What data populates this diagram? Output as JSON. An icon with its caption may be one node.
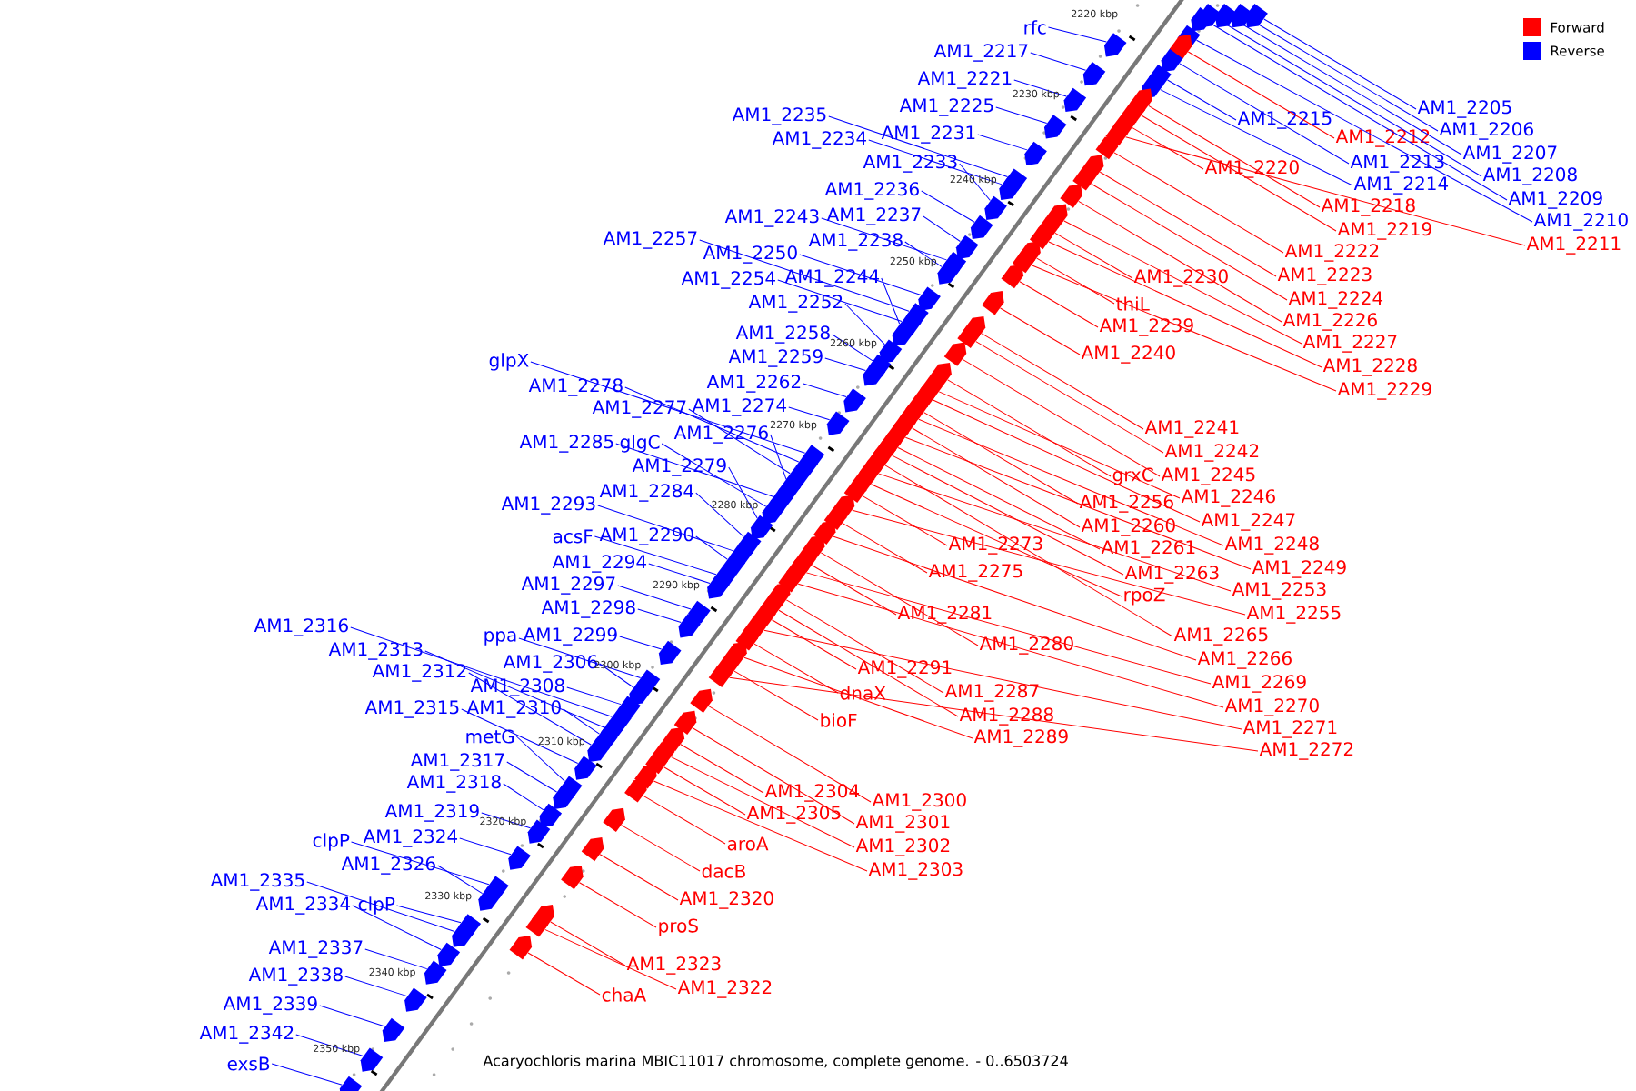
{
  "diagram": {
    "caption": "Acaryochloris marina MBIC11017 chromosome, complete genome. - 0..6503724",
    "nodes": [
      {
        "text": [
          "rfc"
        ]
      },
      {
        "text": [
          "AM1_2217"
        ]
      },
      {
        "text": [
          "AM1_2221"
        ]
      },
      {
        "text": [
          "AM1_2225"
        ]
      },
      {
        "text": [
          "AM1_2235"
        ]
      },
      {
        "text": [
          "AM1_2234"
        ]
      },
      {
        "text": [
          "AM1_2231"
        ]
      },
      {
        "text": [
          "AM1_2233"
        ]
      },
      {
        "text": [
          "AM1_2236"
        ]
      },
      {
        "text": [
          "AM1_2243"
        ]
      },
      {
        "text": [
          "AM1_2237"
        ]
      },
      {
        "text": [
          "AM1_2257"
        ]
      },
      {
        "text": [
          "AM1_2238"
        ]
      },
      {
        "text": [
          "AM1_2250"
        ]
      },
      {
        "text": [
          "AM1_2254"
        ]
      },
      {
        "text": [
          "AM1_2244"
        ]
      },
      {
        "text": [
          "AM1_2252"
        ]
      },
      {
        "text": [
          "AM1_2258"
        ]
      },
      {
        "text": [
          "AM1_2259"
        ]
      },
      {
        "text": [
          "glpX"
        ]
      },
      {
        "text": [
          "AM1_2262"
        ]
      },
      {
        "text": [
          "AM1_2278"
        ]
      },
      {
        "text": [
          "AM1_2277"
        ]
      },
      {
        "text": [
          "AM1_2274"
        ]
      },
      {
        "text": [
          "AM1_2276"
        ]
      },
      {
        "text": [
          "AM1_2285"
        ]
      },
      {
        "text": [
          "glgC"
        ]
      },
      {
        "text": [
          "AM1_2279"
        ]
      },
      {
        "text": [
          "AM1_2284"
        ]
      },
      {
        "text": [
          "AM1_2293"
        ]
      },
      {
        "text": [
          "acsF"
        ]
      },
      {
        "text": [
          "AM1_2290"
        ]
      },
      {
        "text": [
          "AM1_2294"
        ]
      },
      {
        "text": [
          "AM1_2297"
        ]
      },
      {
        "text": [
          "AM1_2298"
        ]
      },
      {
        "text": [
          "ppa"
        ]
      },
      {
        "text": [
          "AM1_2299"
        ]
      },
      {
        "text": [
          "AM1_2306"
        ]
      },
      {
        "text": [
          "AM1_2316"
        ]
      },
      {
        "text": [
          "AM1_2313"
        ]
      },
      {
        "text": [
          "AM1_2312"
        ]
      },
      {
        "text": [
          "AM1_2308"
        ]
      },
      {
        "text": [
          "AM1_2315"
        ]
      },
      {
        "text": [
          "AM1_2310"
        ]
      },
      {
        "text": [
          "metG"
        ]
      },
      {
        "text": [
          "AM1_2317"
        ]
      },
      {
        "text": [
          "AM1_2318"
        ]
      },
      {
        "text": [
          "AM1_2319"
        ]
      },
      {
        "text": [
          "AM1_2324"
        ]
      },
      {
        "text": [
          "clpP"
        ]
      },
      {
        "text": [
          "AM1_2326"
        ]
      },
      {
        "text": [
          "AM1_2335"
        ]
      },
      {
        "text": [
          "AM1_2334"
        ]
      },
      {
        "text": [
          "clpP"
        ]
      },
      {
        "text": [
          "AM1_2337"
        ]
      },
      {
        "text": [
          "AM1_2338"
        ]
      },
      {
        "text": [
          "AM1_2339"
        ]
      },
      {
        "text": [
          "AM1_2342"
        ]
      },
      {
        "text": [
          "exsB"
        ]
      },
      {
        "text": [
          "AM1_2205"
        ]
      },
      {
        "text": [
          "AM1_2206"
        ]
      },
      {
        "text": [
          "AM1_2215"
        ]
      },
      {
        "text": [
          "AM1_2207"
        ]
      },
      {
        "text": [
          "AM1_2213"
        ]
      },
      {
        "text": [
          "AM1_2208"
        ]
      },
      {
        "text": [
          "AM1_2214"
        ]
      },
      {
        "text": [
          "AM1_2209"
        ]
      },
      {
        "text": [
          "AM1_2210"
        ]
      },
      {
        "text": [
          "AM1_2212"
        ]
      },
      {
        "text": [
          "AM1_2220"
        ]
      },
      {
        "text": [
          "AM1_2218"
        ]
      },
      {
        "text": [
          "AM1_2219"
        ]
      },
      {
        "text": [
          "AM1_2211"
        ]
      },
      {
        "text": [
          "AM1_2222"
        ]
      },
      {
        "text": [
          "AM1_2223"
        ]
      },
      {
        "text": [
          "AM1_2230"
        ]
      },
      {
        "text": [
          "AM1_2224"
        ]
      },
      {
        "text": [
          "thiL"
        ]
      },
      {
        "text": [
          "AM1_2226"
        ]
      },
      {
        "text": [
          "AM1_2239"
        ]
      },
      {
        "text": [
          "AM1_2227"
        ]
      },
      {
        "text": [
          "AM1_2240"
        ]
      },
      {
        "text": [
          "AM1_2228"
        ]
      },
      {
        "text": [
          "AM1_2229"
        ]
      },
      {
        "text": [
          "AM1_2241"
        ]
      },
      {
        "text": [
          "AM1_2242"
        ]
      },
      {
        "text": [
          "grxC"
        ]
      },
      {
        "text": [
          "AM1_2245"
        ]
      },
      {
        "text": [
          "AM1_2246"
        ]
      },
      {
        "text": [
          "AM1_2256"
        ]
      },
      {
        "text": [
          "AM1_2247"
        ]
      },
      {
        "text": [
          "AM1_2260"
        ]
      },
      {
        "text": [
          "AM1_2273"
        ]
      },
      {
        "text": [
          "AM1_2248"
        ]
      },
      {
        "text": [
          "AM1_2261"
        ]
      },
      {
        "text": [
          "AM1_2249"
        ]
      },
      {
        "text": [
          "AM1_2275"
        ]
      },
      {
        "text": [
          "AM1_2263"
        ]
      },
      {
        "text": [
          "AM1_2253"
        ]
      },
      {
        "text": [
          "rpoZ"
        ]
      },
      {
        "text": [
          "AM1_2281"
        ]
      },
      {
        "text": [
          "AM1_2255"
        ]
      },
      {
        "text": [
          "AM1_2265"
        ]
      },
      {
        "text": [
          "AM1_2280"
        ]
      },
      {
        "text": [
          "AM1_2266"
        ]
      },
      {
        "text": [
          "AM1_2291"
        ]
      },
      {
        "text": [
          "AM1_2269"
        ]
      },
      {
        "text": [
          "dnaX"
        ]
      },
      {
        "text": [
          "AM1_2287"
        ]
      },
      {
        "text": [
          "AM1_2270"
        ]
      },
      {
        "text": [
          "AM1_2288"
        ]
      },
      {
        "text": [
          "bioF"
        ]
      },
      {
        "text": [
          "AM1_2271"
        ]
      },
      {
        "text": [
          "AM1_2289"
        ]
      },
      {
        "text": [
          "AM1_2272"
        ]
      },
      {
        "text": [
          "AM1_2304"
        ]
      },
      {
        "text": [
          "AM1_2300"
        ]
      },
      {
        "text": [
          "AM1_2305"
        ]
      },
      {
        "text": [
          "AM1_2301"
        ]
      },
      {
        "text": [
          "aroA"
        ]
      },
      {
        "text": [
          "AM1_2302"
        ]
      },
      {
        "text": [
          "dacB"
        ]
      },
      {
        "text": [
          "AM1_2303"
        ]
      },
      {
        "text": [
          "AM1_2320"
        ]
      },
      {
        "text": [
          "proS"
        ]
      },
      {
        "text": [
          "AM1_2323"
        ]
      },
      {
        "text": [
          "AM1_2322"
        ]
      },
      {
        "text": [
          "chaA"
        ]
      },
      {
        "text": [],
        "shape": "arrow"
      },
      {
        "text": [],
        "shape": "arrow"
      },
      {
        "text": [],
        "shape": "arrow"
      },
      {
        "text": [],
        "shape": "arrow"
      },
      {
        "text": [],
        "shape": "arrow"
      },
      {
        "text": [],
        "shape": "arrow"
      },
      {
        "text": [],
        "shape": "arrow"
      },
      {
        "text": [],
        "shape": "arrow"
      },
      {
        "text": [],
        "shape": "arrow"
      },
      {
        "text": [],
        "shape": "arrow"
      },
      {
        "text": [],
        "shape": "arrow"
      },
      {
        "text": [],
        "shape": "arrow"
      },
      {
        "text": [],
        "shape": "arrow"
      },
      {
        "text": [],
        "shape": "arrow"
      },
      {
        "text": [],
        "shape": "arrow"
      },
      {
        "text": [],
        "shape": "arrow"
      },
      {
        "text": [],
        "shape": "arrow"
      },
      {
        "text": [],
        "shape": "arrow"
      },
      {
        "text": [],
        "shape": "arrow"
      },
      {
        "text": [],
        "shape": "arrow"
      },
      {
        "text": [],
        "shape": "arrow"
      },
      {
        "text": [],
        "shape": "arrow"
      },
      {
        "text": [],
        "shape": "arrow"
      },
      {
        "text": [],
        "shape": "arrow"
      },
      {
        "text": [],
        "shape": "arrow"
      },
      {
        "text": [],
        "shape": "arrow"
      },
      {
        "text": [],
        "shape": "arrow"
      },
      {
        "text": [],
        "shape": "arrow"
      },
      {
        "text": [],
        "shape": "arrow"
      },
      {
        "text": [],
        "shape": "arrow"
      },
      {
        "text": [],
        "shape": "arrow"
      },
      {
        "text": [],
        "shape": "arrow"
      },
      {
        "text": [],
        "shape": "arrow"
      },
      {
        "text": [],
        "shape": "arrow"
      },
      {
        "text": [],
        "shape": "arrow"
      },
      {
        "text": [],
        "shape": "arrow"
      },
      {
        "text": [],
        "shape": "arrow"
      },
      {
        "text": [],
        "shape": "arrow"
      },
      {
        "text": [],
        "shape": "arrow"
      },
      {
        "text": [],
        "shape": "arrow"
      },
      {
        "text": [],
        "shape": "arrow"
      },
      {
        "text": [],
        "shape": "arrow"
      },
      {
        "text": [],
        "shape": "arrow"
      },
      {
        "text": [],
        "shape": "arrow"
      },
      {
        "text": [],
        "shape": "arrow"
      },
      {
        "text": [],
        "shape": "arrow"
      },
      {
        "text": [],
        "shape": "arrow"
      },
      {
        "text": [],
        "shape": "arrow"
      },
      {
        "text": [],
        "shape": "arrow"
      },
      {
        "text": [],
        "shape": "arrow"
      },
      {
        "text": [],
        "shape": "arrow"
      },
      {
        "text": [],
        "shape": "arrow"
      },
      {
        "text": [],
        "shape": "arrow"
      },
      {
        "text": [],
        "shape": "arrow"
      },
      {
        "text": [],
        "shape": "arrow"
      },
      {
        "text": [],
        "shape": "arrow"
      },
      {
        "text": [],
        "shape": "arrow"
      },
      {
        "text": [],
        "shape": "arrow"
      },
      {
        "text": [],
        "shape": "arrow"
      },
      {
        "text": [],
        "shape": "arrow"
      },
      {
        "text": [],
        "shape": "arrow"
      },
      {
        "text": [],
        "shape": "arrow"
      },
      {
        "text": [],
        "shape": "arrow"
      },
      {
        "text": [],
        "shape": "arrow"
      },
      {
        "text": [],
        "shape": "arrow"
      },
      {
        "text": [],
        "shape": "arrow"
      },
      {
        "text": [],
        "shape": "arrow"
      },
      {
        "text": [],
        "shape": "arrow"
      },
      {
        "text": [],
        "shape": "arrow"
      },
      {
        "text": [],
        "shape": "arrow"
      },
      {
        "text": [],
        "shape": "arrow"
      },
      {
        "text": [],
        "shape": "arrow"
      },
      {
        "text": [],
        "shape": "arrow"
      },
      {
        "text": [],
        "shape": "arrow"
      },
      {
        "text": [],
        "shape": "arrow"
      },
      {
        "text": [],
        "shape": "arrow"
      },
      {
        "text": [],
        "shape": "arrow"
      },
      {
        "text": [],
        "shape": "arrow"
      },
      {
        "text": [],
        "shape": "arrow"
      },
      {
        "text": [],
        "shape": "arrow"
      },
      {
        "text": [],
        "shape": "arrow"
      },
      {
        "text": [],
        "shape": "arrow"
      },
      {
        "text": [],
        "shape": "arrow"
      },
      {
        "text": [],
        "shape": "arrow"
      },
      {
        "text": [],
        "shape": "arrow"
      },
      {
        "text": [],
        "shape": "arrow"
      },
      {
        "text": [],
        "shape": "arrow"
      },
      {
        "text": [],
        "shape": "arrow"
      },
      {
        "text": [],
        "shape": "arrow"
      },
      {
        "text": [],
        "shape": "arrow"
      },
      {
        "text": [],
        "shape": "arrow"
      },
      {
        "text": [],
        "shape": "arrow"
      },
      {
        "text": [],
        "shape": "arrow"
      },
      {
        "text": [],
        "shape": "arrow"
      },
      {
        "text": [],
        "shape": "arrow"
      },
      {
        "text": [],
        "shape": "arrow"
      },
      {
        "text": [],
        "shape": "arrow"
      },
      {
        "text": [],
        "shape": "arrow"
      },
      {
        "text": [],
        "shape": "arrow"
      },
      {
        "text": [],
        "shape": "arrow"
      },
      {
        "text": [],
        "shape": "arrow"
      },
      {
        "text": [],
        "shape": "arrow"
      },
      {
        "text": [],
        "shape": "arrow"
      },
      {
        "text": [],
        "shape": "arrow"
      },
      {
        "text": [],
        "shape": "arrow"
      },
      {
        "text": [],
        "shape": "arrow"
      },
      {
        "text": [],
        "shape": "arrow"
      },
      {
        "text": [],
        "shape": "arrow"
      },
      {
        "text": [],
        "shape": "arrow"
      },
      {
        "text": [],
        "shape": "arrow"
      },
      {
        "text": [],
        "shape": "arrow"
      },
      {
        "text": [],
        "shape": "arrow"
      },
      {
        "text": [],
        "shape": "arrow"
      },
      {
        "text": [],
        "shape": "arrow"
      },
      {
        "text": [],
        "shape": "arrow"
      },
      {
        "text": [],
        "shape": "arrow"
      },
      {
        "text": [],
        "shape": "arrow"
      },
      {
        "text": [],
        "shape": "arrow"
      },
      {
        "text": [],
        "shape": "arrow"
      },
      {
        "text": [],
        "shape": "arrow"
      },
      {
        "text": [],
        "shape": "arrow"
      },
      {
        "text": [],
        "shape": "arrow"
      },
      {
        "text": [],
        "shape": "arrow"
      },
      {
        "text": [],
        "shape": "arrow"
      },
      {
        "text": [],
        "shape": "arrow"
      },
      {
        "text": [],
        "shape": "arrow"
      },
      {
        "text": [],
        "shape": "arrow"
      },
      {
        "text": [],
        "shape": "arrow"
      }
    ],
    "edges": [
      {
        "from": 0,
        "to": 128,
        "arrow": "none"
      },
      {
        "from": 1,
        "to": 129,
        "arrow": "none"
      },
      {
        "from": 2,
        "to": 130,
        "arrow": "none"
      },
      {
        "from": 3,
        "to": 131,
        "arrow": "none"
      },
      {
        "from": 4,
        "to": 132,
        "arrow": "none"
      },
      {
        "from": 5,
        "to": 133,
        "arrow": "none"
      },
      {
        "from": 6,
        "to": 134,
        "arrow": "none"
      },
      {
        "from": 7,
        "to": 135,
        "arrow": "none"
      },
      {
        "from": 8,
        "to": 136,
        "arrow": "none"
      },
      {
        "from": 9,
        "to": 137,
        "arrow": "none"
      },
      {
        "from": 10,
        "to": 138,
        "arrow": "none"
      },
      {
        "from": 11,
        "to": 139,
        "arrow": "none"
      },
      {
        "from": 12,
        "to": 140,
        "arrow": "none"
      },
      {
        "from": 13,
        "to": 141,
        "arrow": "none"
      },
      {
        "from": 14,
        "to": 142,
        "arrow": "none"
      },
      {
        "from": 15,
        "to": 143,
        "arrow": "none"
      },
      {
        "from": 16,
        "to": 144,
        "arrow": "none"
      },
      {
        "from": 17,
        "to": 145,
        "arrow": "none"
      },
      {
        "from": 18,
        "to": 146,
        "arrow": "none"
      },
      {
        "from": 19,
        "to": 147,
        "arrow": "none"
      },
      {
        "from": 20,
        "to": 148,
        "arrow": "none"
      },
      {
        "from": 21,
        "to": 149,
        "arrow": "none"
      },
      {
        "from": 22,
        "to": 150,
        "arrow": "none"
      },
      {
        "from": 23,
        "to": 151,
        "arrow": "none"
      },
      {
        "from": 24,
        "to": 152,
        "arrow": "none"
      },
      {
        "from": 25,
        "to": 153,
        "arrow": "none"
      },
      {
        "from": 26,
        "to": 154,
        "arrow": "none"
      },
      {
        "from": 27,
        "to": 155,
        "arrow": "none"
      },
      {
        "from": 28,
        "to": 156,
        "arrow": "none"
      },
      {
        "from": 29,
        "to": 157,
        "arrow": "none"
      },
      {
        "from": 30,
        "to": 158,
        "arrow": "none"
      },
      {
        "from": 31,
        "to": 159,
        "arrow": "none"
      },
      {
        "from": 32,
        "to": 160,
        "arrow": "none"
      },
      {
        "from": 33,
        "to": 161,
        "arrow": "none"
      },
      {
        "from": 34,
        "to": 162,
        "arrow": "none"
      },
      {
        "from": 35,
        "to": 163,
        "arrow": "none"
      },
      {
        "from": 36,
        "to": 164,
        "arrow": "none"
      },
      {
        "from": 37,
        "to": 165,
        "arrow": "none"
      },
      {
        "from": 38,
        "to": 166,
        "arrow": "none"
      },
      {
        "from": 39,
        "to": 167,
        "arrow": "none"
      },
      {
        "from": 40,
        "to": 168,
        "arrow": "none"
      },
      {
        "from": 41,
        "to": 169,
        "arrow": "none"
      },
      {
        "from": 42,
        "to": 170,
        "arrow": "none"
      },
      {
        "from": 43,
        "to": 171,
        "arrow": "none"
      },
      {
        "from": 44,
        "to": 172,
        "arrow": "none"
      },
      {
        "from": 45,
        "to": 173,
        "arrow": "none"
      },
      {
        "from": 46,
        "to": 174,
        "arrow": "none"
      },
      {
        "from": 47,
        "to": 175,
        "arrow": "none"
      },
      {
        "from": 48,
        "to": 176,
        "arrow": "none"
      },
      {
        "from": 49,
        "to": 177,
        "arrow": "none"
      },
      {
        "from": 50,
        "to": 178,
        "arrow": "none"
      },
      {
        "from": 51,
        "to": 179,
        "arrow": "none"
      },
      {
        "from": 52,
        "to": 180,
        "arrow": "none"
      },
      {
        "from": 53,
        "to": 181,
        "arrow": "none"
      },
      {
        "from": 54,
        "to": 182,
        "arrow": "none"
      },
      {
        "from": 55,
        "to": 183,
        "arrow": "none"
      },
      {
        "from": 56,
        "to": 184,
        "arrow": "none"
      },
      {
        "from": 57,
        "to": 185,
        "arrow": "none"
      },
      {
        "from": 58,
        "to": 186,
        "arrow": "none"
      },
      {
        "from": 59,
        "to": 187,
        "arrow": "none"
      },
      {
        "from": 60,
        "to": 188,
        "arrow": "none"
      },
      {
        "from": 61,
        "to": 189,
        "arrow": "none"
      },
      {
        "from": 62,
        "to": 190,
        "arrow": "none"
      },
      {
        "from": 63,
        "to": 191,
        "arrow": "none"
      },
      {
        "from": 64,
        "to": 192,
        "arrow": "none"
      },
      {
        "from": 65,
        "to": 193,
        "arrow": "none"
      },
      {
        "from": 66,
        "to": 194,
        "arrow": "none"
      },
      {
        "from": 67,
        "to": 195,
        "arrow": "none"
      },
      {
        "from": 68,
        "to": 196,
        "arrow": "none",
        "color": "#ff0000"
      },
      {
        "from": 69,
        "to": 197,
        "arrow": "none",
        "color": "#ff0000"
      },
      {
        "from": 70,
        "to": 198,
        "arrow": "none",
        "color": "#ff0000"
      },
      {
        "from": 71,
        "to": 199,
        "arrow": "none",
        "color": "#ff0000"
      },
      {
        "from": 72,
        "to": 200,
        "arrow": "none",
        "color": "#ff0000"
      },
      {
        "from": 73,
        "to": 201,
        "arrow": "none",
        "color": "#ff0000"
      },
      {
        "from": 74,
        "to": 202,
        "arrow": "none",
        "color": "#ff0000"
      },
      {
        "from": 75,
        "to": 203,
        "arrow": "none",
        "color": "#ff0000"
      },
      {
        "from": 76,
        "to": 204,
        "arrow": "none",
        "color": "#ff0000"
      },
      {
        "from": 77,
        "to": 205,
        "arrow": "none",
        "color": "#ff0000"
      },
      {
        "from": 78,
        "to": 206,
        "arrow": "none",
        "color": "#ff0000"
      },
      {
        "from": 79,
        "to": 207,
        "arrow": "none",
        "color": "#ff0000"
      },
      {
        "from": 80,
        "to": 208,
        "arrow": "none",
        "color": "#ff0000"
      },
      {
        "from": 81,
        "to": 209,
        "arrow": "none",
        "color": "#ff0000"
      },
      {
        "from": 82,
        "to": 210,
        "arrow": "none",
        "color": "#ff0000"
      },
      {
        "from": 83,
        "to": 211,
        "arrow": "none",
        "color": "#ff0000"
      },
      {
        "from": 84,
        "to": 212,
        "arrow": "none",
        "color": "#ff0000"
      },
      {
        "from": 85,
        "to": 213,
        "arrow": "none",
        "color": "#ff0000"
      },
      {
        "from": 86,
        "to": 214,
        "arrow": "none",
        "color": "#ff0000"
      },
      {
        "from": 87,
        "to": 215,
        "arrow": "none",
        "color": "#ff0000"
      },
      {
        "from": 88,
        "to": 216,
        "arrow": "none",
        "color": "#ff0000"
      },
      {
        "from": 89,
        "to": 217,
        "arrow": "none",
        "color": "#ff0000"
      },
      {
        "from": 90,
        "to": 218,
        "arrow": "none",
        "color": "#ff0000"
      },
      {
        "from": 91,
        "to": 219,
        "arrow": "none",
        "color": "#ff0000"
      },
      {
        "from": 92,
        "to": 220,
        "arrow": "none",
        "color": "#ff0000"
      },
      {
        "from": 93,
        "to": 221,
        "arrow": "none",
        "color": "#ff0000"
      },
      {
        "from": 94,
        "to": 222,
        "arrow": "none",
        "color": "#ff0000"
      },
      {
        "from": 95,
        "to": 223,
        "arrow": "none",
        "color": "#ff0000"
      },
      {
        "from": 96,
        "to": 224,
        "arrow": "none",
        "color": "#ff0000"
      },
      {
        "from": 97,
        "to": 225,
        "arrow": "none",
        "color": "#ff0000"
      },
      {
        "from": 98,
        "to": 226,
        "arrow": "none",
        "color": "#ff0000"
      },
      {
        "from": 99,
        "to": 227,
        "arrow": "none",
        "color": "#ff0000"
      },
      {
        "from": 100,
        "to": 228,
        "arrow": "none",
        "color": "#ff0000"
      },
      {
        "from": 101,
        "to": 229,
        "arrow": "none",
        "color": "#ff0000"
      },
      {
        "from": 102,
        "to": 230,
        "arrow": "none",
        "color": "#ff0000"
      },
      {
        "from": 103,
        "to": 231,
        "arrow": "none",
        "color": "#ff0000"
      },
      {
        "from": 104,
        "to": 232,
        "arrow": "none",
        "color": "#ff0000"
      },
      {
        "from": 105,
        "to": 233,
        "arrow": "none",
        "color": "#ff0000"
      },
      {
        "from": 106,
        "to": 234,
        "arrow": "none",
        "color": "#ff0000"
      },
      {
        "from": 107,
        "to": 235,
        "arrow": "none",
        "color": "#ff0000"
      },
      {
        "from": 108,
        "to": 236,
        "arrow": "none",
        "color": "#ff0000"
      },
      {
        "from": 109,
        "to": 237,
        "arrow": "none",
        "color": "#ff0000"
      },
      {
        "from": 110,
        "to": 238,
        "arrow": "none",
        "color": "#ff0000"
      },
      {
        "from": 111,
        "to": 239,
        "arrow": "none",
        "color": "#ff0000"
      },
      {
        "from": 112,
        "to": 240,
        "arrow": "none",
        "color": "#ff0000"
      },
      {
        "from": 113,
        "to": 241,
        "arrow": "none",
        "color": "#ff0000"
      },
      {
        "from": 114,
        "to": 242,
        "arrow": "none",
        "color": "#ff0000"
      },
      {
        "from": 115,
        "to": 243,
        "arrow": "none",
        "color": "#ff0000"
      },
      {
        "from": 116,
        "to": 244,
        "arrow": "none",
        "color": "#ff0000"
      },
      {
        "from": 117,
        "to": 245,
        "arrow": "none",
        "color": "#ff0000"
      },
      {
        "from": 118,
        "to": 246,
        "arrow": "none",
        "color": "#ff0000"
      },
      {
        "from": 119,
        "to": 247,
        "arrow": "none",
        "color": "#ff0000"
      },
      {
        "from": 120,
        "to": 248,
        "arrow": "none",
        "color": "#ff0000"
      },
      {
        "from": 121,
        "to": 249,
        "arrow": "none",
        "color": "#ff0000"
      },
      {
        "from": 122,
        "to": 250,
        "arrow": "none",
        "color": "#ff0000"
      },
      {
        "from": 123,
        "to": 251,
        "arrow": "none",
        "color": "#ff0000"
      },
      {
        "from": 124,
        "to": 252,
        "arrow": "none",
        "color": "#ff0000"
      },
      {
        "from": 125,
        "to": 253,
        "arrow": "none",
        "color": "#ff0000"
      },
      {
        "from": 126,
        "to": 254,
        "arrow": "none",
        "color": "#ff0000"
      },
      {
        "from": 127,
        "to": 255,
        "arrow": "none",
        "color": "#ff0000"
      }
    ],
    "labels": [
      "2220 kbp",
      "2230 kbp",
      "2240 kbp",
      "2250 kbp",
      "2260 kbp",
      "2270 kbp",
      "2280 kbp",
      "2290 kbp",
      "2300 kbp",
      "2310 kbp",
      "2320 kbp",
      "2330 kbp",
      "2340 kbp",
      "2350 kbp"
    ],
    "legend": [
      {
        "text": "Forward",
        "color": "#ff0000"
      },
      {
        "text": "Reverse",
        "color": "#0000ff"
      }
    ]
  }
}
